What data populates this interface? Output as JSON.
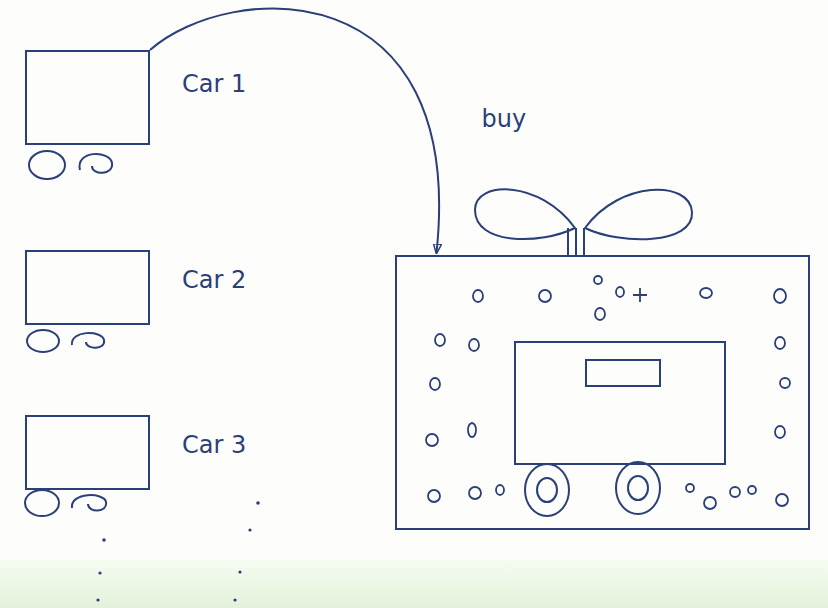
{
  "diagram": {
    "nodes": [
      {
        "text": [
          "Car 1"
        ]
      },
      {
        "text": [
          "Car 2"
        ]
      },
      {
        "text": [
          "Car 3"
        ]
      },
      {
        "text": []
      }
    ],
    "edges": [
      {
        "from": 0,
        "to": 3,
        "label": "buy",
        "arrow": "to"
      }
    ]
  }
}
